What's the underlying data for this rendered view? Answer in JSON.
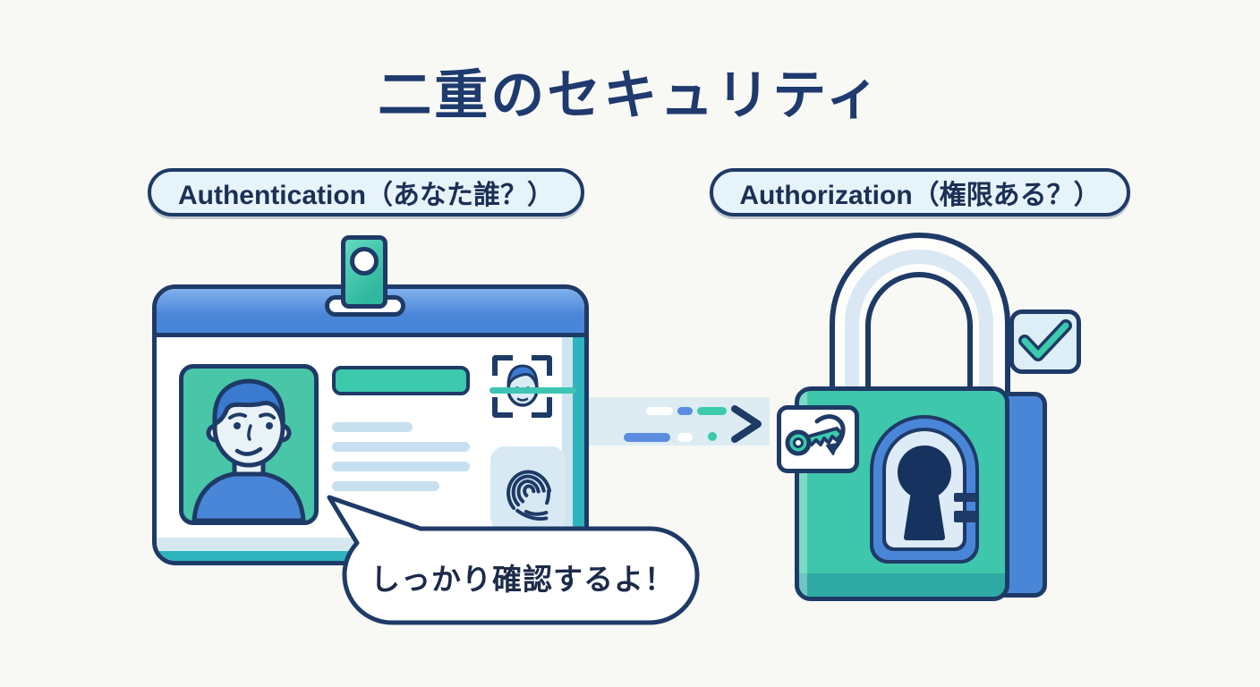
{
  "title": {
    "text": "二重のセキュリティ"
  },
  "labels": {
    "authentication": "Authentication（あなた誰？）",
    "authorization": "Authorization（権限ある？）"
  },
  "speech_bubble": {
    "text": "しっかり確認するよ！"
  },
  "icons": {
    "left_group": [
      "badge-clip",
      "person-avatar",
      "face-scan",
      "fingerprint"
    ],
    "middle": [
      "flow-arrow"
    ],
    "right_group": [
      "key-turn",
      "padlock",
      "keyhole",
      "checkmark"
    ]
  },
  "colors": {
    "background": "#f8f8f5",
    "outline_navy": "#1e3a66",
    "title_navy": "#1e3a6e",
    "blue": "#4a86d8",
    "teal": "#3cc9ac",
    "teal_dark": "#2eb4bc",
    "light_blue": "#d9eaf4",
    "pill_background": "#e6f3f9"
  }
}
